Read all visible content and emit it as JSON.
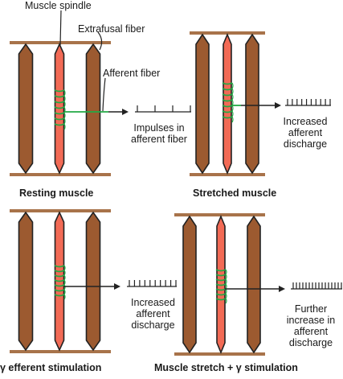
{
  "labels": {
    "muscle_spindle": "Muscle spindle",
    "extrafusal_fiber": "Extrafusal fiber",
    "afferent_fiber": "Afferent fiber",
    "impulses_l1": "Impulses in",
    "impulses_l2": "afferent fiber",
    "increased_a_l1": "Increased",
    "increased_a_l2": "afferent",
    "increased_a_l3": "discharge",
    "increased_b_l1": "Increased",
    "increased_b_l2": "afferent",
    "increased_b_l3": "discharge",
    "further_l1": "Further",
    "further_l2": "increase in",
    "further_l3": "afferent",
    "further_l4": "discharge"
  },
  "captions": {
    "resting": "Resting muscle",
    "stretched": "Stretched muscle",
    "gamma": "γ efferent stimulation",
    "stretch_gamma": "Muscle stretch + γ  stimulation"
  },
  "impulse_counts": {
    "resting": 4,
    "stretched": 10,
    "gamma": 10,
    "stretch_gamma": 16
  },
  "colors": {
    "extrafusal": "#9c5a30",
    "spindle": "#f26a55",
    "coil": "#22aa44",
    "tendon_bar": "#a8734a",
    "line": "#222222"
  }
}
